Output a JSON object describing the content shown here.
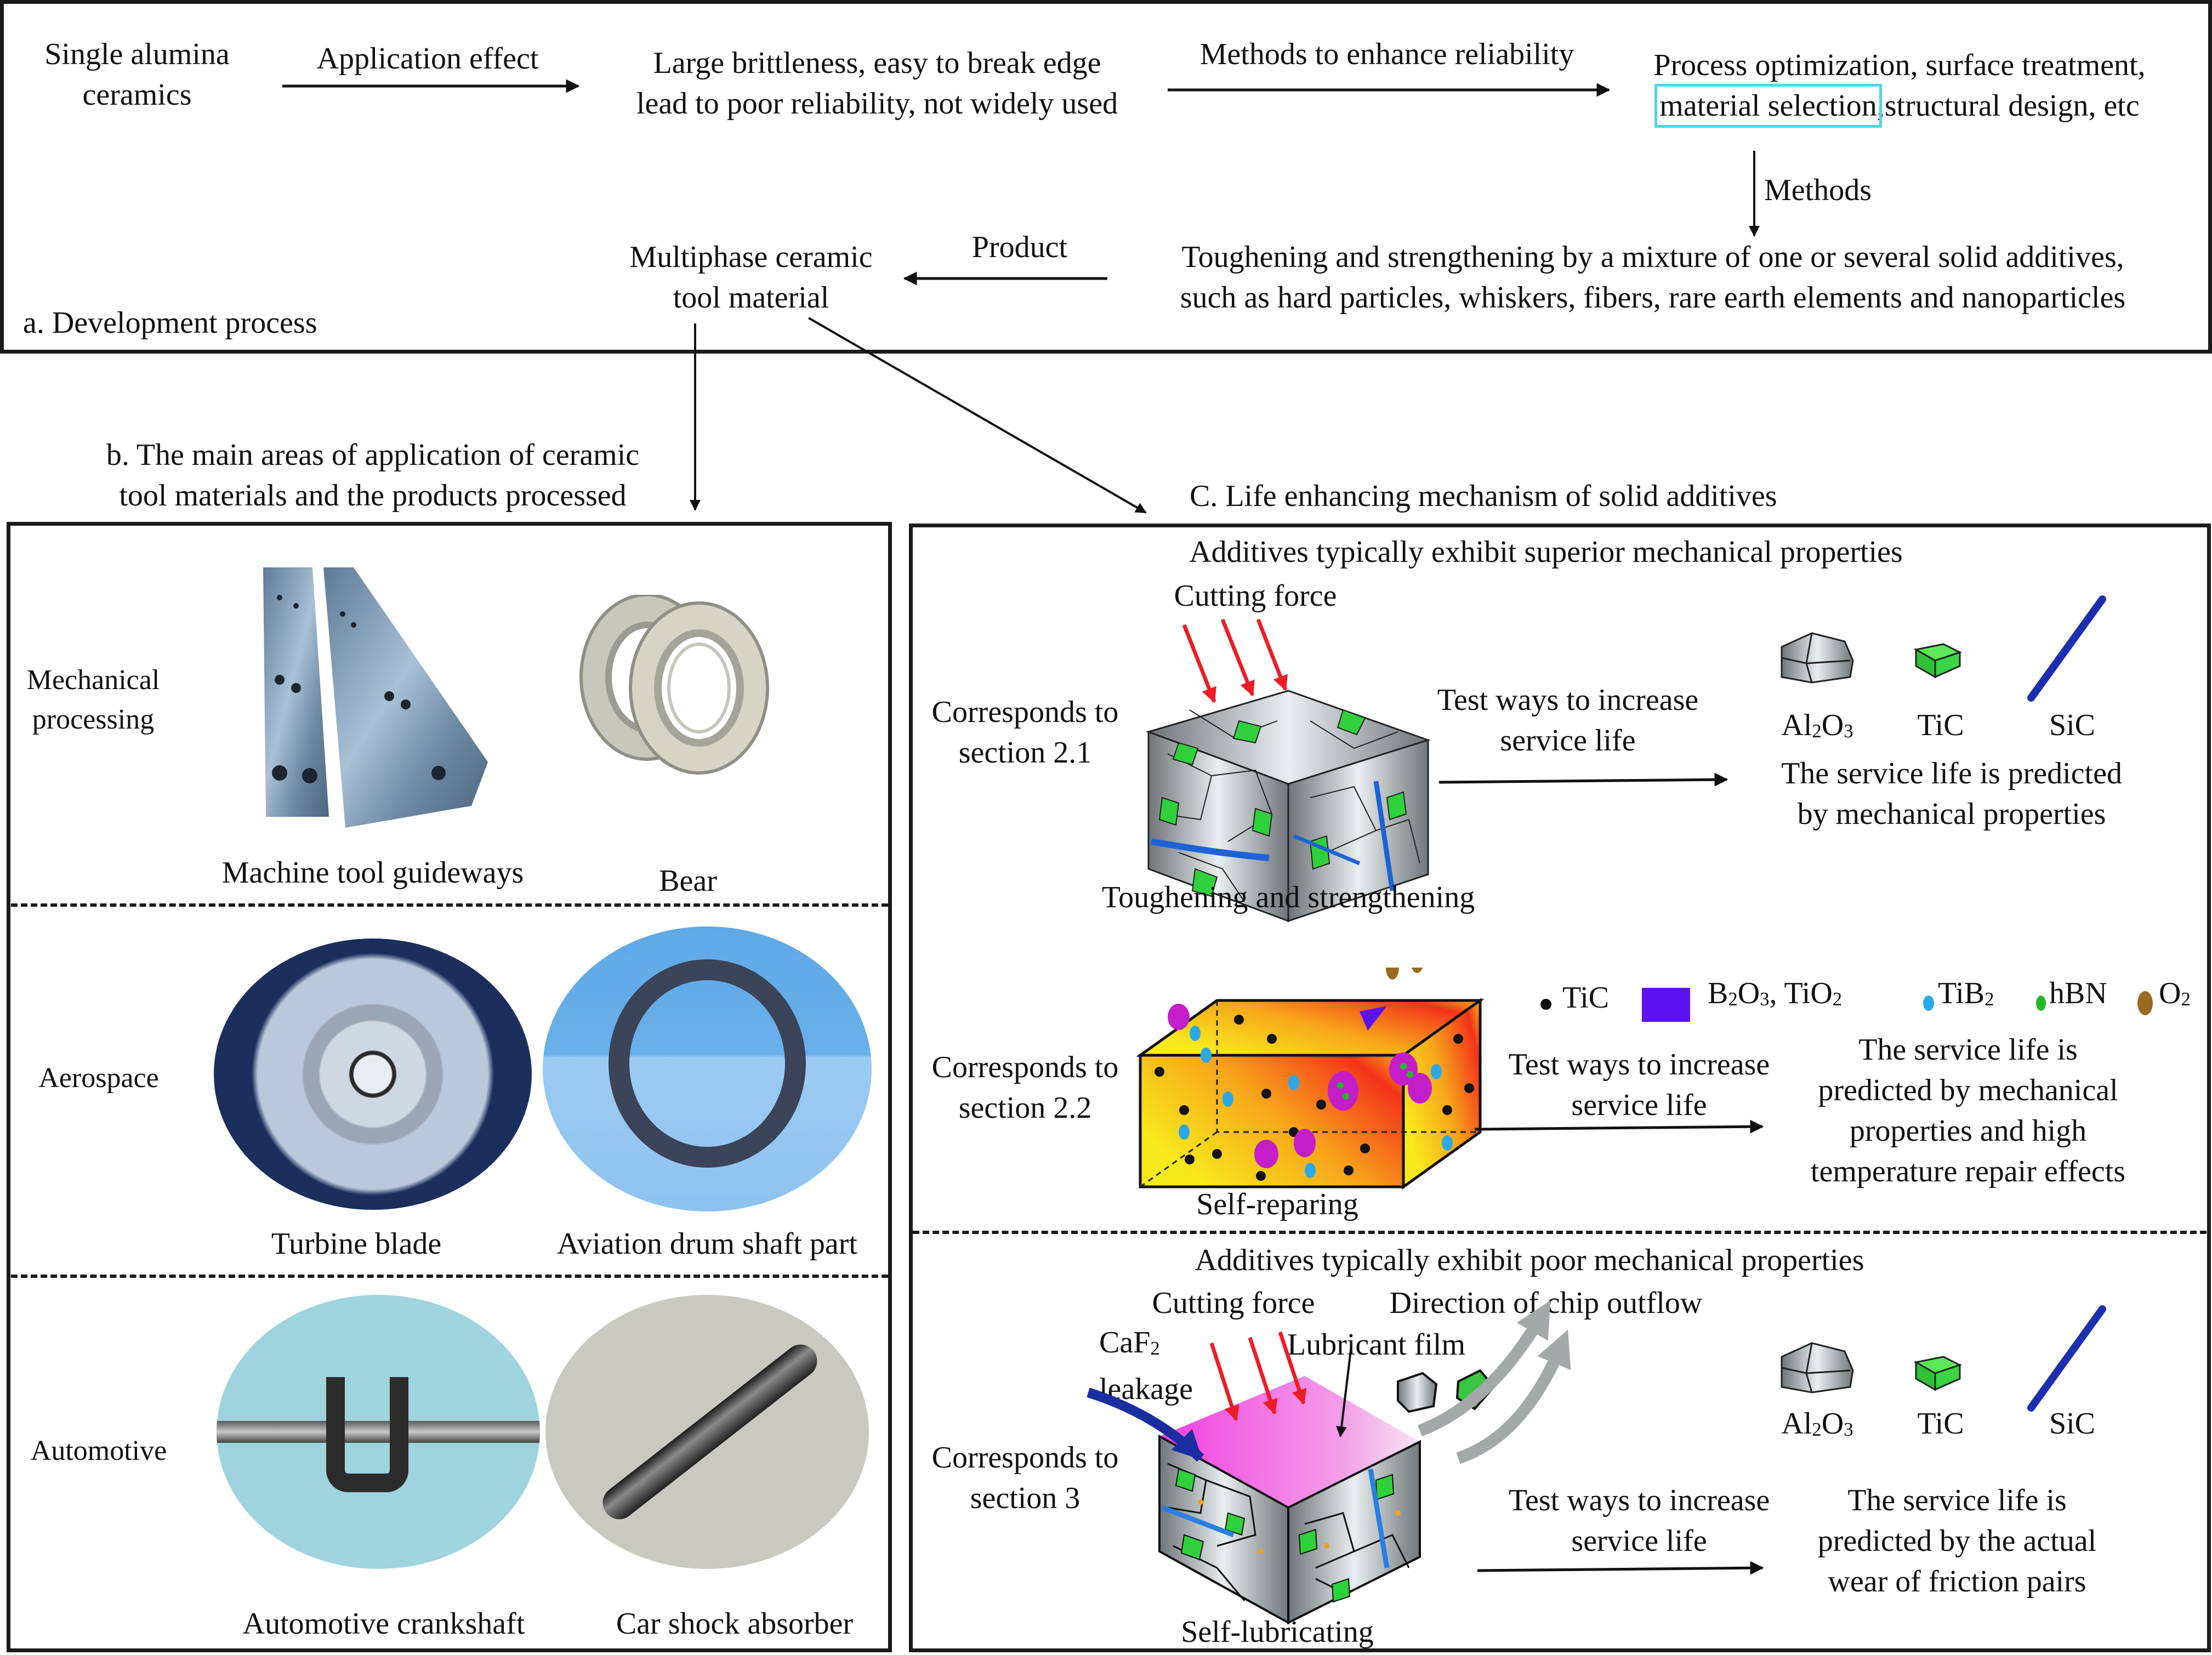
{
  "panel_a": {
    "label": "a. Development process",
    "nodes": {
      "single_alumina": [
        "Single alumina",
        "ceramics"
      ],
      "brittleness": [
        "Large brittleness, easy to break edge",
        "lead to poor reliability, not widely used"
      ],
      "methods_list_line1": "Process optimization, surface treatment,",
      "methods_list_highlight": "material selection",
      "methods_list_rest": ",structural design, etc",
      "toughening": [
        "Toughening and strengthening by a mixture of one or several solid additives,",
        "such as hard particles, whiskers, fibers, rare earth elements and nanoparticles"
      ],
      "multiphase": [
        "Multiphase ceramic",
        "tool material"
      ]
    },
    "edges": {
      "application_effect": "Application effect",
      "methods_enhance": "Methods to enhance reliability",
      "methods": "Methods",
      "product": "Product"
    },
    "highlight_color": "#4fd6ea"
  },
  "panel_b": {
    "title": [
      "b. The main areas of application of ceramic",
      "tool materials and the products processed"
    ],
    "rows": [
      {
        "area": [
          "Mechanical",
          "processing"
        ],
        "products": [
          "Machine tool guideways",
          "Bear"
        ]
      },
      {
        "area": [
          "Aerospace"
        ],
        "products": [
          "Turbine blade",
          "Aviation drum shaft part"
        ]
      },
      {
        "area": [
          "Automotive"
        ],
        "products": [
          "Automotive crankshaft",
          "Car shock absorber"
        ]
      }
    ]
  },
  "panel_c": {
    "title": "C. Life enhancing mechanism of solid additives",
    "group_superior": {
      "heading": "Additives typically exhibit superior mechanical properties",
      "cutting_force": "Cutting force",
      "section": [
        "Corresponds to",
        "section 2.1"
      ],
      "mechanism": "Toughening and strengthening",
      "test_label": [
        "Test ways to increase",
        "service life"
      ],
      "additives": [
        "Al2O3",
        "TiC",
        "SiC"
      ],
      "prediction": [
        "The service life is predicted",
        "by mechanical properties"
      ]
    },
    "group_repair": {
      "section": [
        "Corresponds to",
        "section 2.2"
      ],
      "mechanism": "Self-reparing",
      "legend": [
        {
          "symbol": "black-dot",
          "label": "TiC",
          "color": "#111111"
        },
        {
          "symbol": "purple-square",
          "label": "B2O3, TiO2",
          "color": "#5b12f0"
        },
        {
          "symbol": "cyan-dot",
          "label": "TiB2",
          "color": "#2aa8e8"
        },
        {
          "symbol": "green-dot",
          "label": "hBN",
          "color": "#22b82a"
        },
        {
          "symbol": "brown-dot",
          "label": "O2",
          "color": "#9a6a22"
        }
      ],
      "test_label": [
        "Test ways to increase",
        "service life"
      ],
      "prediction": [
        "The service life is",
        "predicted by mechanical",
        "properties and high",
        "temperature repair effects"
      ]
    },
    "group_poor": {
      "heading": "Additives typically exhibit poor mechanical properties",
      "cutting_force": "Cutting force",
      "chip_outflow": "Direction of chip outflow",
      "caf2": [
        "CaF2",
        "leakage"
      ],
      "lubricant_film": "Lubricant film",
      "section": [
        "Corresponds to",
        "section 3"
      ],
      "mechanism": "Self-lubricating",
      "additives": [
        "Al2O3",
        "TiC",
        "SiC"
      ],
      "test_label": [
        "Test ways to increase",
        "service life"
      ],
      "prediction": [
        "The service life is",
        "predicted by the actual",
        "wear of friction pairs"
      ]
    }
  }
}
